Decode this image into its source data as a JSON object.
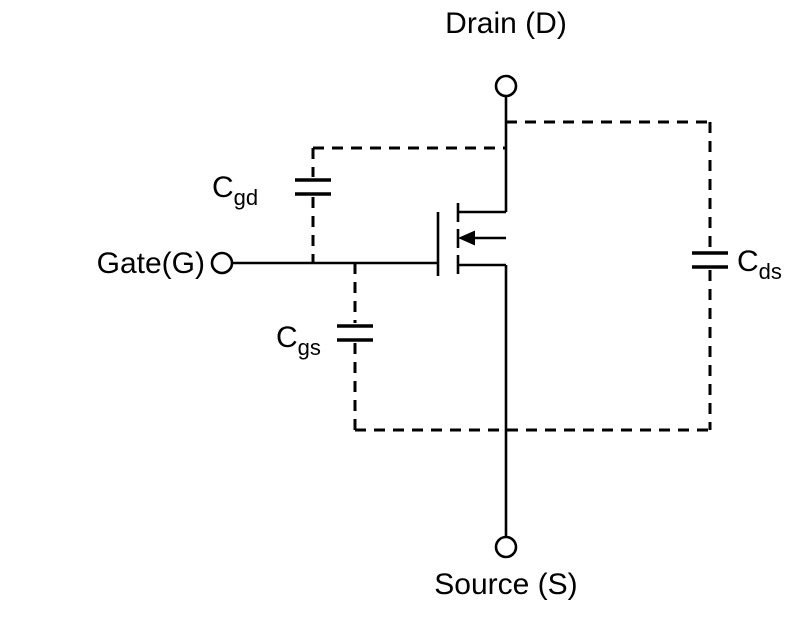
{
  "labels": {
    "drain": "Drain (D)",
    "source": "Source (S)",
    "gate": "Gate(G)",
    "cgd": {
      "main": "C",
      "sub": "gd"
    },
    "cgs": {
      "main": "C",
      "sub": "gs"
    },
    "cds": {
      "main": "C",
      "sub": "ds"
    }
  },
  "colors": {
    "line": "#000000",
    "background": "#ffffff"
  }
}
